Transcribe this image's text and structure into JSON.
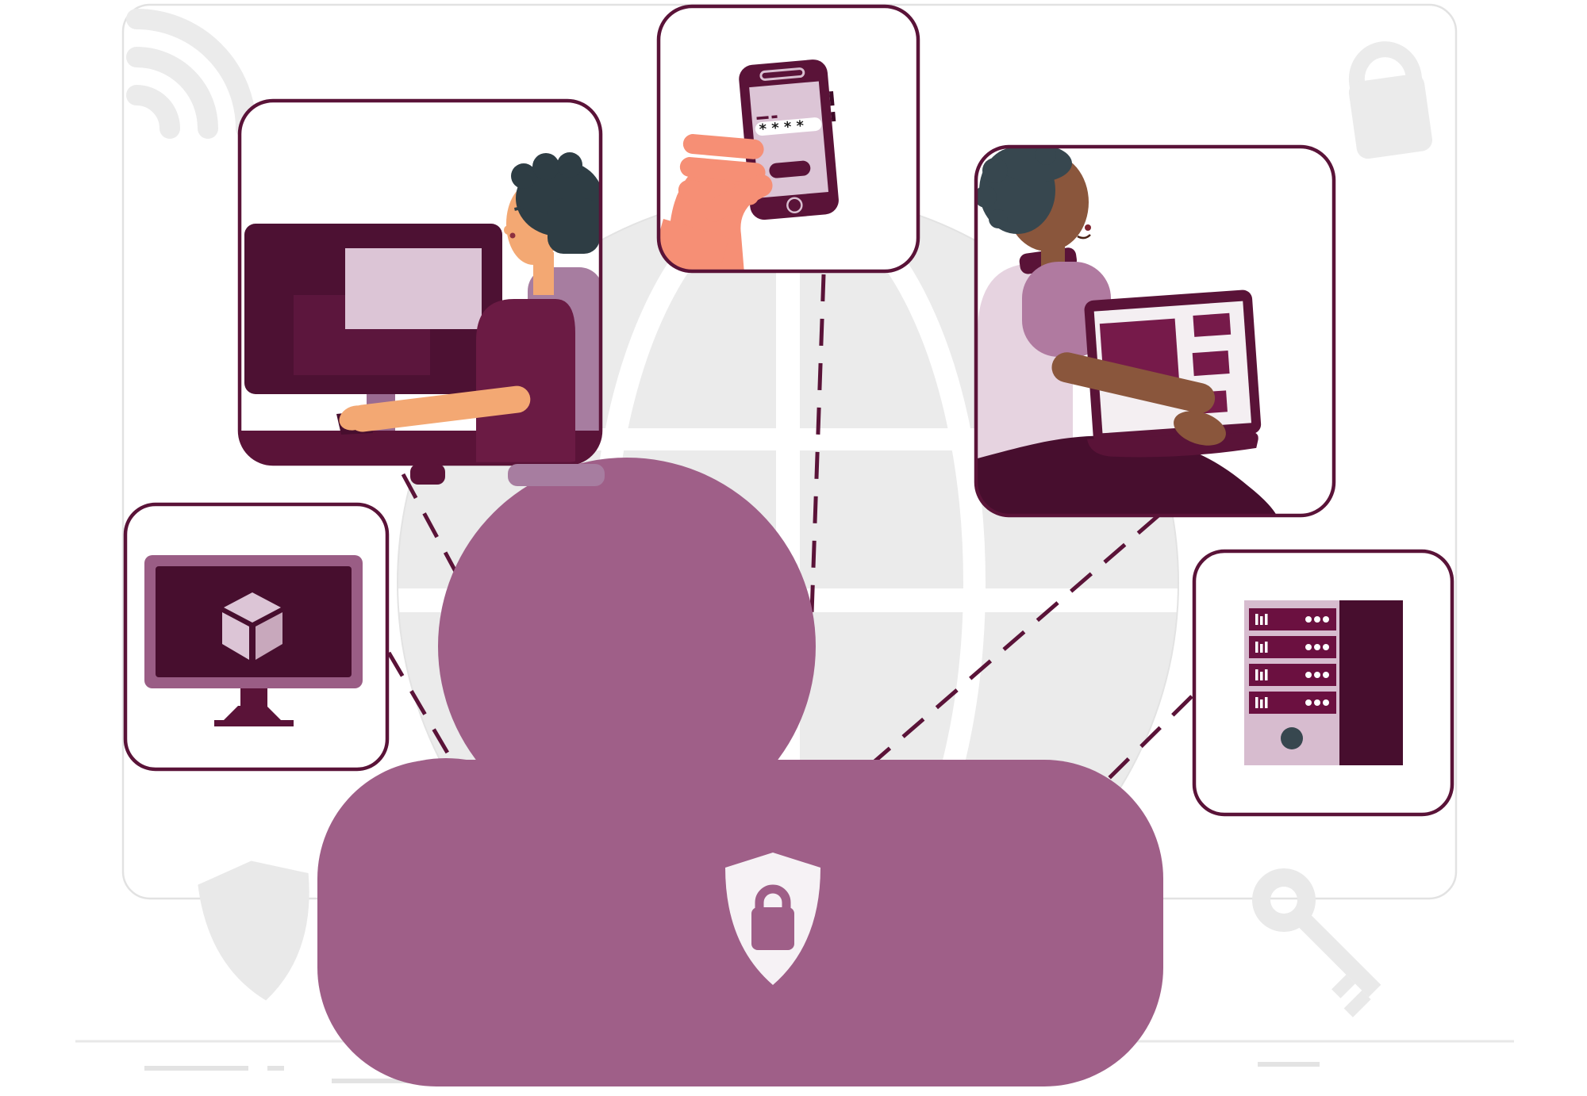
{
  "illustration": {
    "theme": "cloud-security",
    "panels": [
      {
        "id": "user-desktop",
        "content": "man-at-desktop-computer"
      },
      {
        "id": "mobile-login",
        "content": "hand-holding-phone-with-password"
      },
      {
        "id": "user-laptop",
        "content": "woman-sitting-with-laptop"
      },
      {
        "id": "virtual-machine",
        "content": "monitor-with-cube-icon"
      },
      {
        "id": "server-rack",
        "content": "server-tower-with-leds"
      }
    ],
    "connectors": {
      "count": 5,
      "style": "dashed"
    },
    "server_rack": {
      "units": 4,
      "leds_per_unit": 3,
      "bars_per_unit": 3
    }
  },
  "phone": {
    "password_mask": "* * * *"
  },
  "icons": {
    "wifi": "wifi-icon",
    "padlock": "padlock-icon",
    "shield": "shield-icon",
    "key": "key-icon",
    "cube": "cube-icon",
    "cloud_lock": "shield-lock-icon",
    "globe": "globe-icon"
  },
  "palette": {
    "maroon_dark": "#5a1338",
    "maroon_deep": "#470e2e",
    "maroon_screen": "#4d1133",
    "maroon_mid": "#761a4a",
    "server_slot": "#6b1040",
    "cloud": "#9f5f88",
    "mauve_frame": "#9a5d85",
    "mauve_chair": "#a77da0",
    "pink_light": "#dcc5d6",
    "pink_server": "#d7bccf",
    "woman_shirt": "#b07aa0",
    "woman_vest": "#e6d3e0",
    "skin_light": "#f3a873",
    "skin_salmon": "#f68f75",
    "skin_dark": "#8a563c",
    "hair_dark": "#2e3d44",
    "hair_slate": "#37474f",
    "gray_icon": "#ebebeb",
    "gray_line": "#e2e2e2",
    "globe_gray": "#ebebeb",
    "shield_white": "#f6f2f5"
  }
}
